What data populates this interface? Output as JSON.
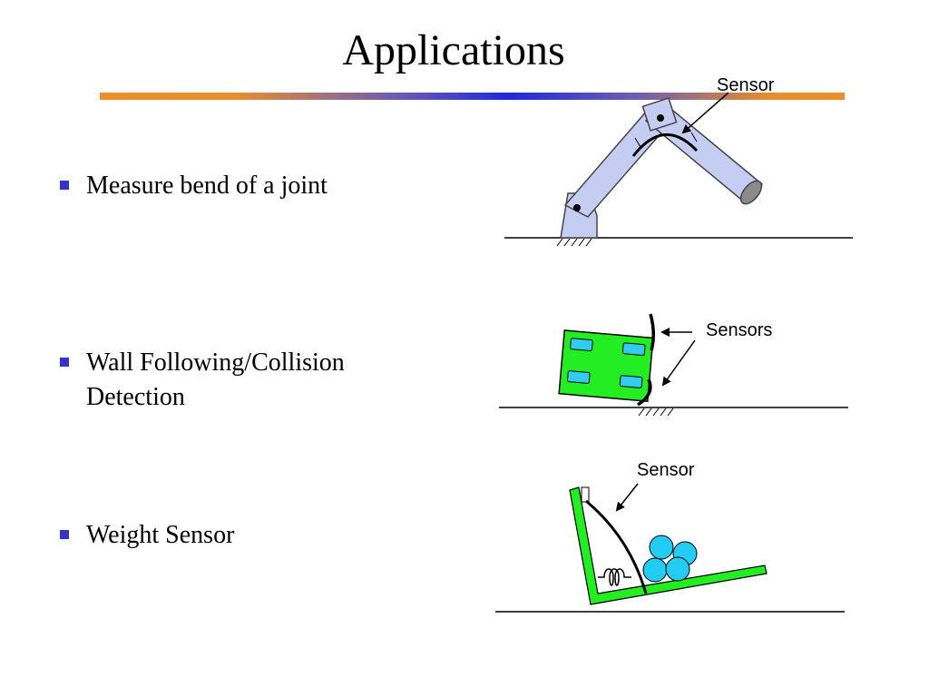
{
  "slide": {
    "title": "Applications",
    "bullets": [
      {
        "text": "Measure bend of a joint"
      },
      {
        "text": "Wall Following/Collision Detection"
      },
      {
        "text": "Weight Sensor"
      }
    ]
  },
  "diagrams": {
    "joint": {
      "label": "Sensor"
    },
    "wall": {
      "label": "Sensors"
    },
    "weight": {
      "label": "Sensor"
    }
  },
  "colors": {
    "bullet_mark": "#3333cc",
    "arm_fill": "#c6cdf2",
    "robot_fill": "#22ee22",
    "wheel_fill": "#33ccee",
    "tray_fill": "#22ee22",
    "ball_fill": "#22ccf2"
  }
}
